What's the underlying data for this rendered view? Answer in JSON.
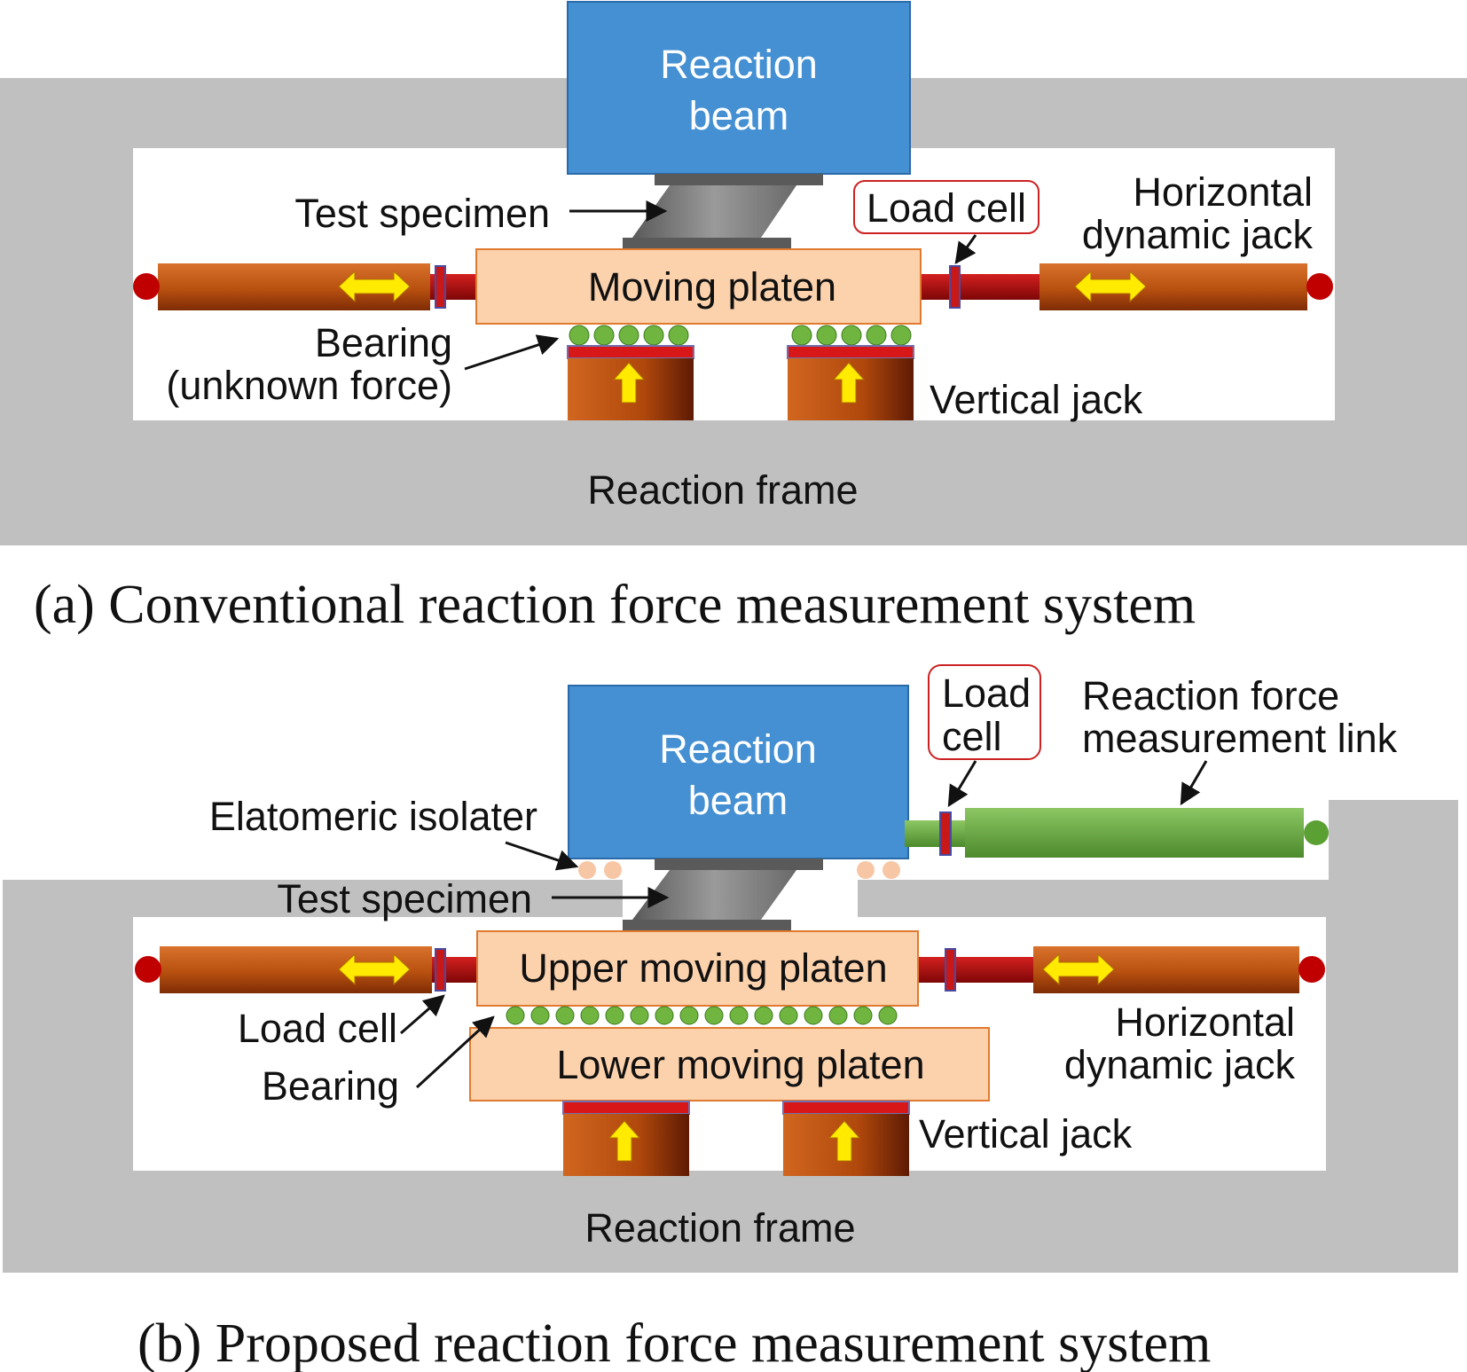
{
  "colors": {
    "frame": "#c0c0c0",
    "beam": "#4590d3",
    "platen": "#fcd2ad",
    "jack_body": "#b9500e",
    "rod": "#bb0d0d",
    "bearing": "#6fb53f",
    "link": "#70ab45",
    "isolator": "#f7c6a5",
    "arrow_fill": "#ffea00",
    "load_cell_box": "#cc2222"
  },
  "panel_a": {
    "caption": "(a)  Conventional reaction force measurement system",
    "reaction_beam": [
      "Reaction",
      "beam"
    ],
    "test_specimen": "Test specimen",
    "load_cell": "Load cell",
    "horizontal_jack": [
      "Horizontal",
      "dynamic jack"
    ],
    "moving_platen": "Moving platen",
    "bearing": [
      "Bearing",
      "(unknown force)"
    ],
    "vertical_jack": "Vertical jack",
    "reaction_frame": "Reaction frame"
  },
  "panel_b": {
    "caption": "(b)  Proposed reaction force measurement system",
    "reaction_beam": [
      "Reaction",
      "beam"
    ],
    "load_cell_top": [
      "Load",
      "cell"
    ],
    "link": [
      "Reaction force",
      "measurement link"
    ],
    "isolator": "Elatomeric isolater",
    "test_specimen": "Test specimen",
    "upper_platen": "Upper moving platen",
    "lower_platen": "Lower moving platen",
    "load_cell_left": "Load cell",
    "bearing": "Bearing",
    "horizontal_jack": [
      "Horizontal",
      "dynamic jack"
    ],
    "vertical_jack": "Vertical jack",
    "reaction_frame": "Reaction frame"
  }
}
